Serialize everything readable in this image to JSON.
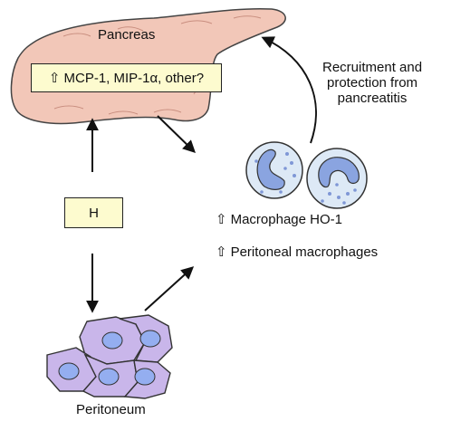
{
  "pancreas_label": "Pancreas",
  "chemokine_box": {
    "up_symbol": "⇧",
    "text": "MCP-1, MIP-1α, other?"
  },
  "h_box": {
    "text": "H"
  },
  "recruitment_text": [
    "Recruitment and",
    "protection from",
    "pancreatitis"
  ],
  "macrophage_ho1": {
    "up_symbol": "⇧",
    "text": "Macrophage HO-1"
  },
  "peritoneal_macrophages": {
    "up_symbol": "⇧",
    "text": "Peritoneal macrophages"
  },
  "peritoneum_label": "Peritoneum",
  "colors": {
    "pancreas_fill": "#f2c7b8",
    "box_fill": "#fdfbcf",
    "macrophage_fill": "#dde9f6",
    "nucleus_fill": "#8aa4e0",
    "peritoneum_fill": "#c9b6ea",
    "peritoneum_nucleus": "#94aef0"
  }
}
